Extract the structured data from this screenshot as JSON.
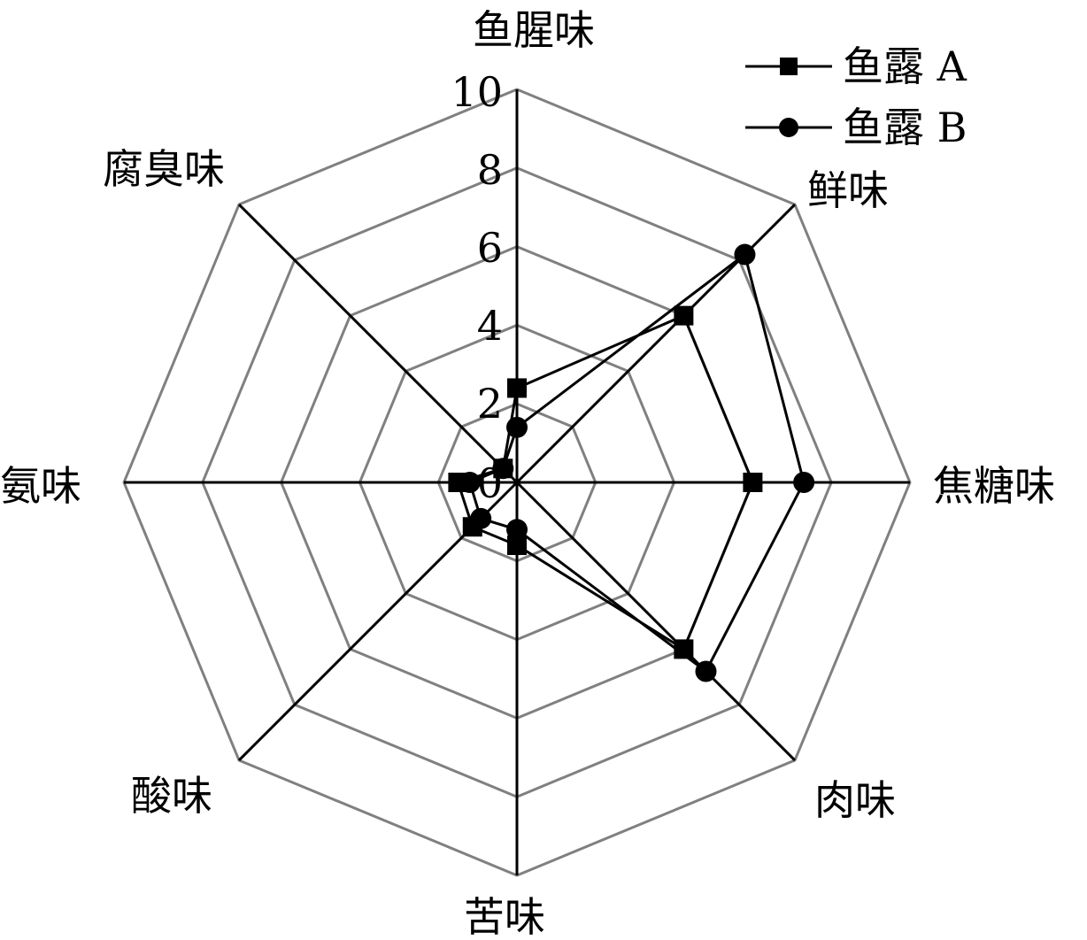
{
  "chart_data": {
    "type": "radar",
    "axes": [
      "鱼腥味",
      "鲜味",
      "焦糖味",
      "肉味",
      "苦味",
      "酸味",
      "氨味",
      "腐臭味"
    ],
    "range": [
      0,
      10
    ],
    "ticks": [
      "0",
      "2",
      "4",
      "6",
      "8",
      "10"
    ],
    "series": [
      {
        "name": "鱼露 A",
        "marker": "square",
        "values": [
          2.4,
          6.0,
          6.0,
          6.0,
          1.6,
          1.6,
          1.5,
          0.5
        ]
      },
      {
        "name": "鱼露 B",
        "marker": "circle",
        "values": [
          1.4,
          8.2,
          7.3,
          6.8,
          1.2,
          1.3,
          1.2,
          0.5
        ]
      }
    ],
    "legend_position": "top-right",
    "colors": {
      "grid": "#808080",
      "axis": "#000000",
      "series": "#000000"
    }
  }
}
